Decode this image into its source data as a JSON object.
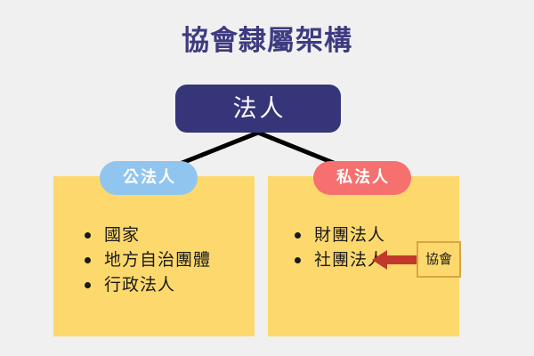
{
  "background_color": "#f0f0f0",
  "title": {
    "text": "協會隸屬架構",
    "color": "#3d3b80"
  },
  "root": {
    "label": "法人",
    "fill": "#36357a",
    "text_color": "#ffffff"
  },
  "branches": [
    {
      "id": "public",
      "badge_label": "公法人",
      "badge_color": "#90c5ef",
      "panel_color": "#fdd96d",
      "items": [
        "國家",
        "地方自治團體",
        "行政法人"
      ]
    },
    {
      "id": "private",
      "badge_label": "私法人",
      "badge_color": "#f5706e",
      "panel_color": "#fdd96d",
      "items": [
        "財團法人",
        "社團法人"
      ]
    }
  ],
  "annotation": {
    "label": "協會",
    "arrow_color": "#c0392b",
    "border_color": "#d9a445",
    "points_to": "社團法人"
  },
  "connector": {
    "color": "#000000"
  }
}
